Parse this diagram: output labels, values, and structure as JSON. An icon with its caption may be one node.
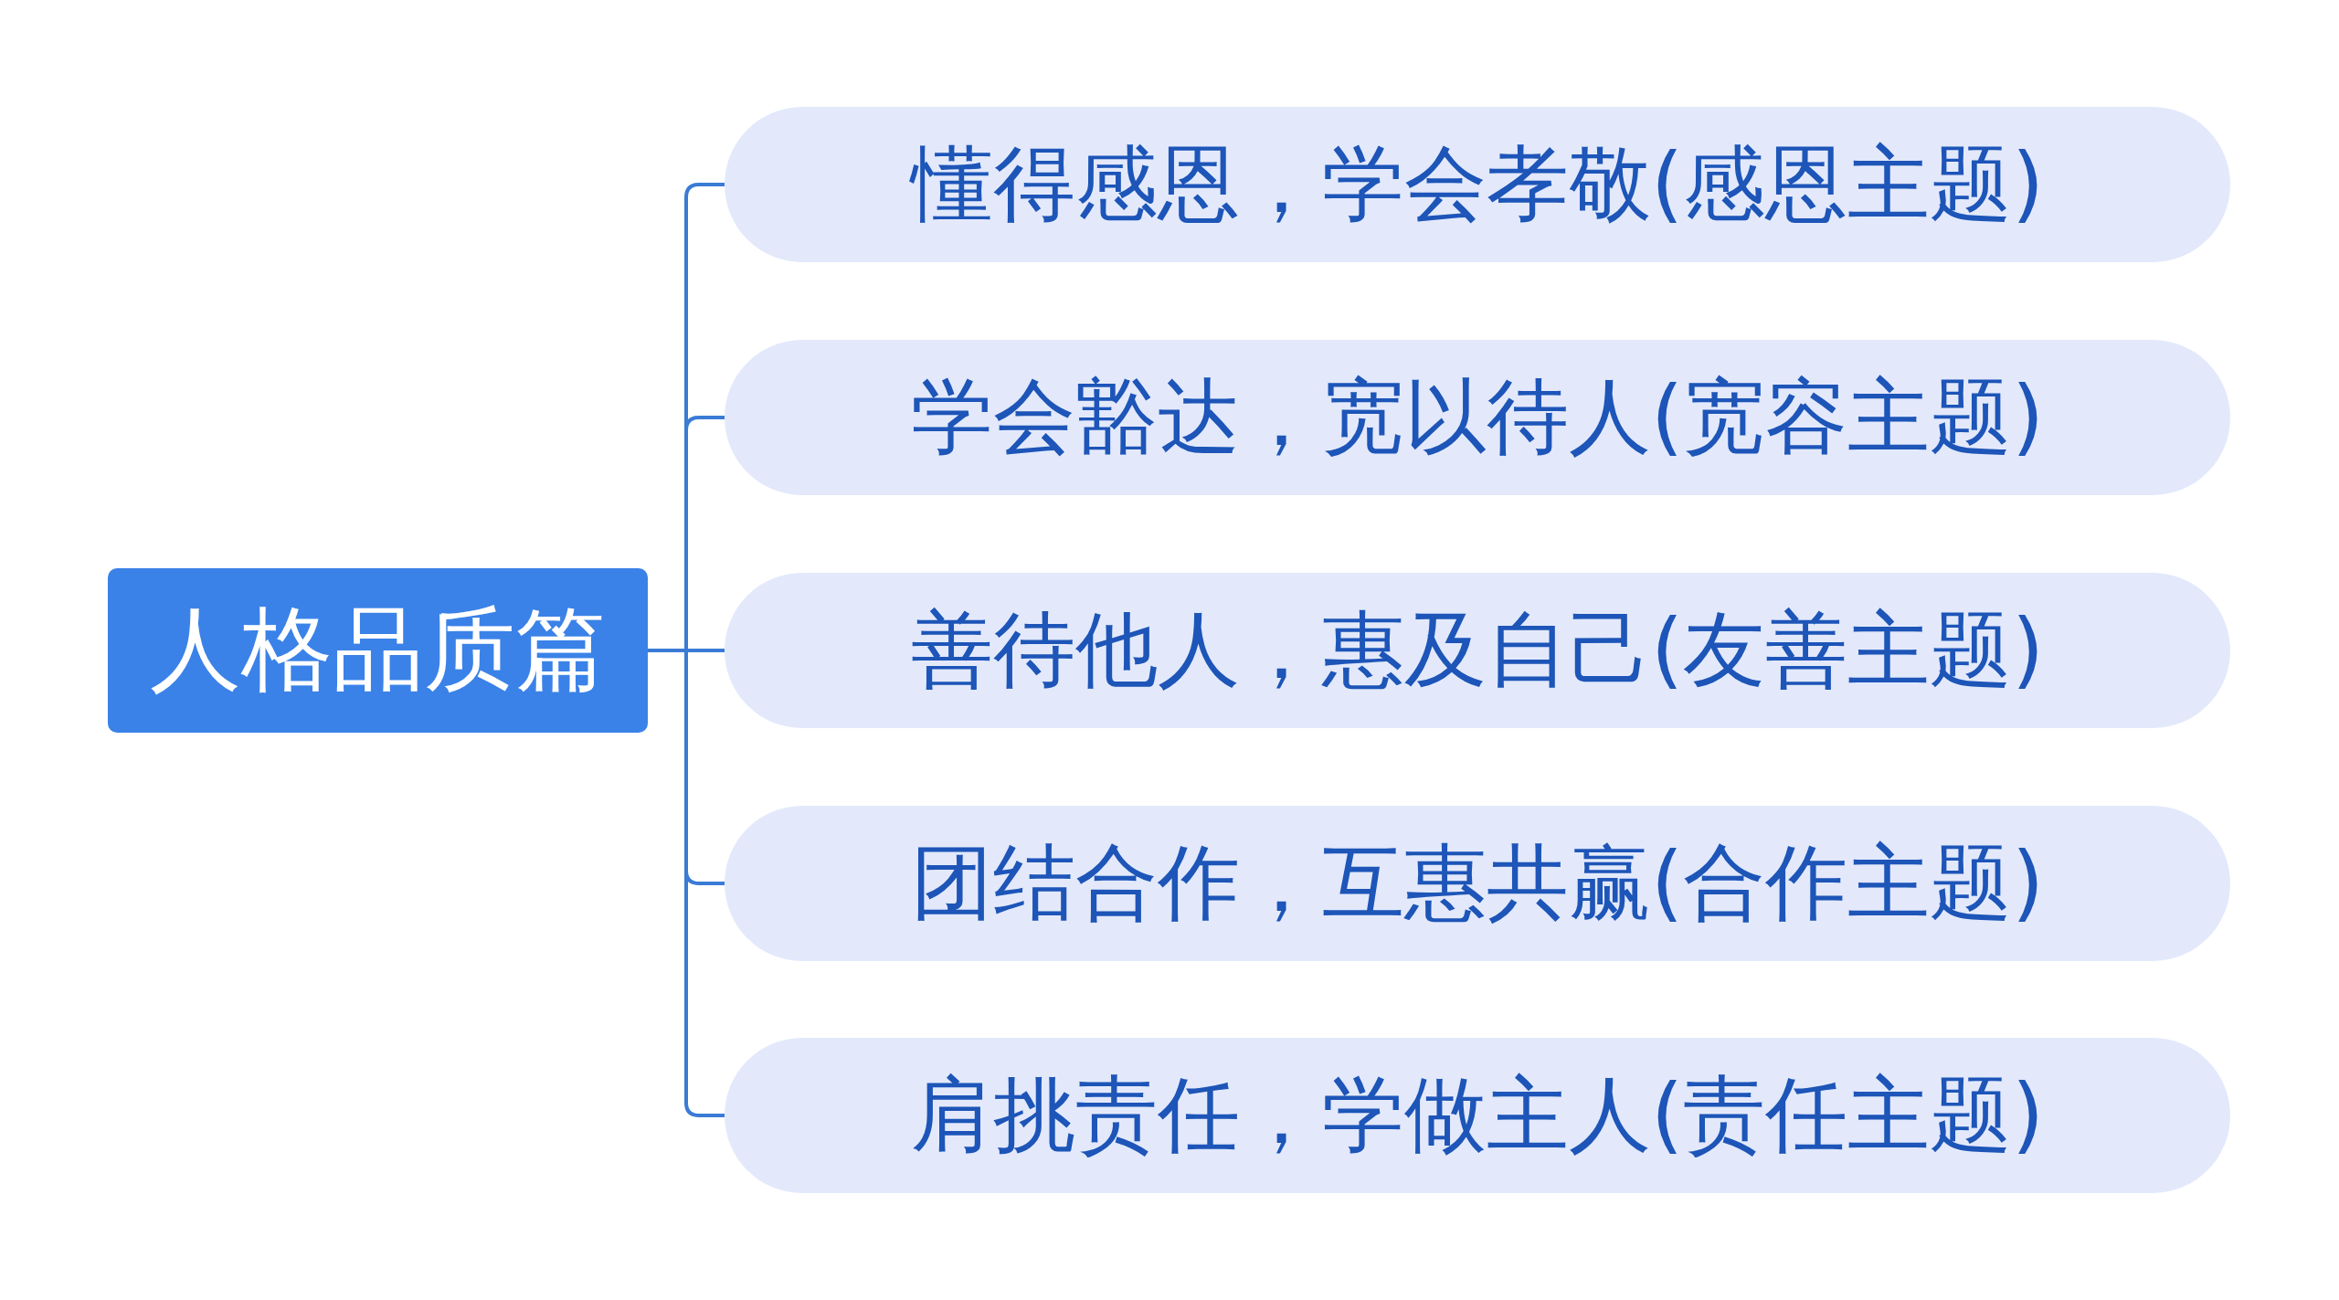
{
  "diagram": {
    "nodes": [
      {
        "text": [
          "人格品质篇"
        ]
      },
      {
        "text": [
          "懂得感恩，学会孝敬(感恩主题)"
        ]
      },
      {
        "text": [
          "学会豁达，宽以待人(宽容主题)"
        ]
      },
      {
        "text": [
          "善待他人，惠及自己(友善主题)"
        ]
      },
      {
        "text": [
          "团结合作，互惠共赢(合作主题)"
        ]
      },
      {
        "text": [
          "肩挑责任，学做主人(责任主题)"
        ]
      }
    ],
    "edges": [
      {
        "from": 0,
        "to": 1,
        "arrow": "none"
      },
      {
        "from": 0,
        "to": 2,
        "arrow": "none"
      },
      {
        "from": 0,
        "to": 3,
        "arrow": "none"
      },
      {
        "from": 0,
        "to": 4,
        "arrow": "none"
      },
      {
        "from": 0,
        "to": 5,
        "arrow": "none"
      }
    ]
  }
}
